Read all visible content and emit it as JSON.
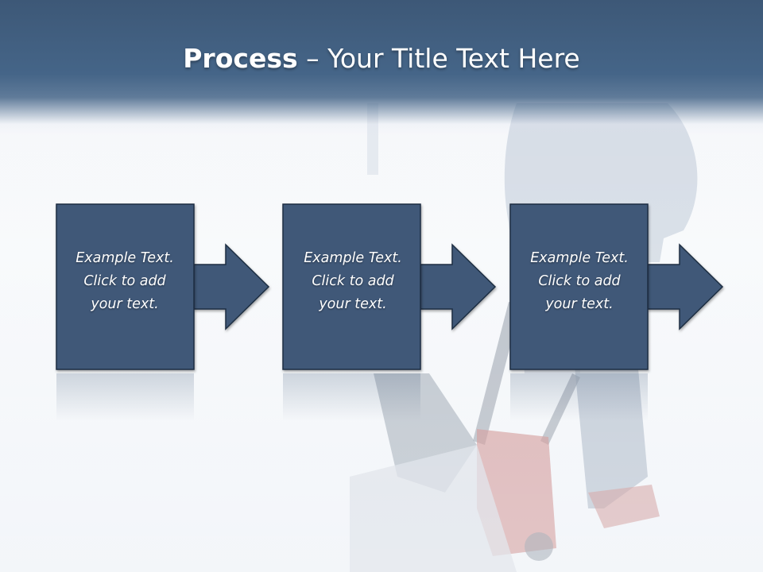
{
  "title": {
    "bold": "Process",
    "rest": " – Your Title Text Here"
  },
  "steps": [
    {
      "lines": [
        "Example Text.",
        "Click  to add",
        "your text."
      ]
    },
    {
      "lines": [
        "Example Text.",
        "Click  to add",
        "your text."
      ]
    },
    {
      "lines": [
        "Example Text.",
        "Click  to add",
        "your text."
      ]
    }
  ],
  "colors": {
    "header": "#456588",
    "box_fill": "#3f5878",
    "box_stroke": "#1f2f43",
    "text": "#ffffff"
  },
  "background_image": "snow-blower-person-photo"
}
